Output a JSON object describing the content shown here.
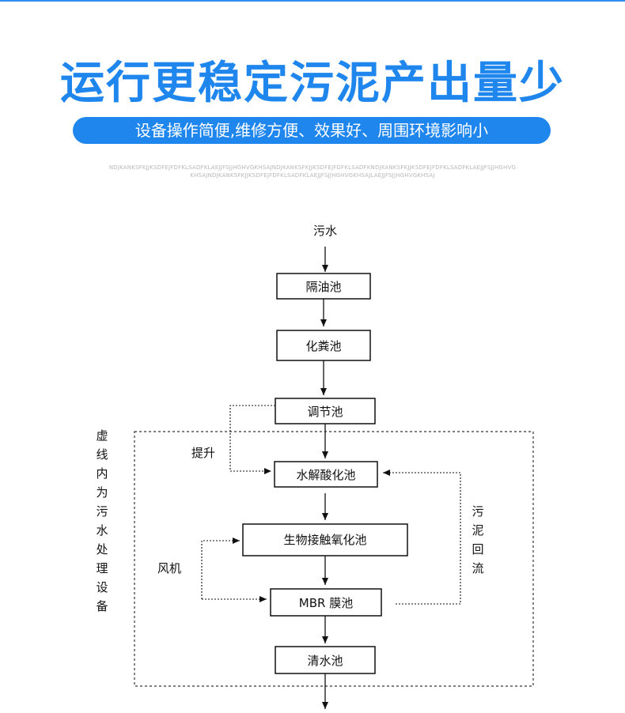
{
  "header": {
    "headline": "运行更稳定污泥产出量少",
    "subtitle": "设备操作简便,维修方便、效果好、周围环境影响小",
    "filler_line1": "NDJKANKSFKJJKSDFEJFDFKLSADFKLAEJJFSJJHGHVGKHSAJNDJKANKSFKJJKSDFEJFDFKLSADFKNDJKANKSFKJJKSDFEJFDFKLSADFKLAEJJFSJJHGHVG",
    "filler_line2": "KHSAJNDJKANKSFKJJKSDFEJFDFKLSADFKLAEJJFSJJHGHVGKHSAJLAEJJFSJJHGHVGKHSAJ"
  },
  "flowchart": {
    "input_label": "污水",
    "boxes": {
      "grease_trap": "隔油池",
      "septic_tank": "化粪池",
      "regulating_tank": "调节池",
      "hydrolysis_tank": "水解酸化池",
      "contact_oxidation_tank": "生物接触氧化池",
      "mbr_tank": "MBR 膜池",
      "clear_water_tank": "清水池"
    },
    "labels": {
      "lift": "提升",
      "blower": "风机",
      "sludge_return": [
        "污",
        "泥",
        "回",
        "流"
      ],
      "dashed_region_note": [
        "虚",
        "线",
        "内",
        "为",
        "污",
        "水",
        "处",
        "理",
        "设",
        "备"
      ]
    }
  }
}
